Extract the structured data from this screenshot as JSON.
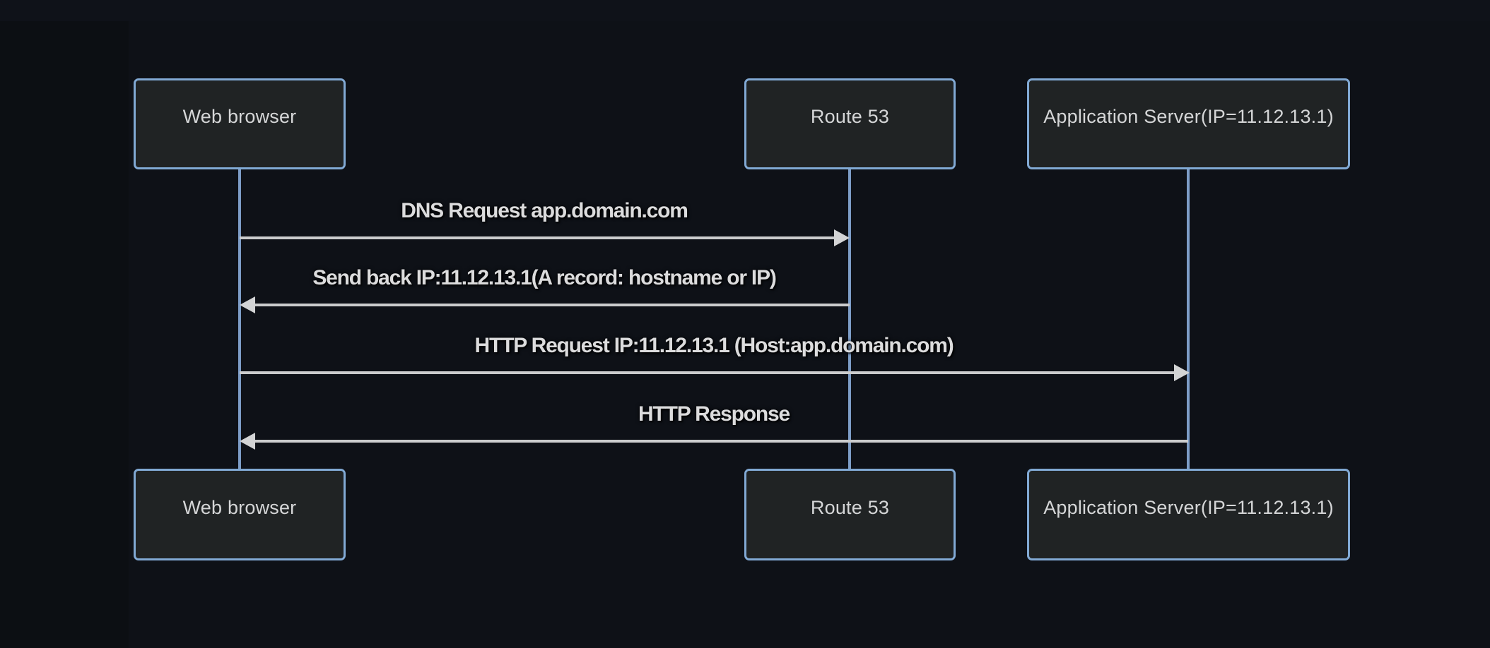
{
  "diagram": {
    "type": "sequence",
    "actors": [
      {
        "id": "web-browser",
        "label": "Web browser"
      },
      {
        "id": "route-53",
        "label": "Route 53"
      },
      {
        "id": "app-server",
        "label": "Application Server(IP=11.12.13.1)"
      }
    ],
    "messages": [
      {
        "from": "web-browser",
        "to": "route-53",
        "direction": "right",
        "label": "DNS Request app.domain.com"
      },
      {
        "from": "route-53",
        "to": "web-browser",
        "direction": "left",
        "label": "Send back IP:11.12.13.1(A record: hostname or IP)"
      },
      {
        "from": "web-browser",
        "to": "app-server",
        "direction": "right",
        "label": "HTTP Request IP:11.12.13.1 (Host:app.domain.com)"
      },
      {
        "from": "app-server",
        "to": "web-browser",
        "direction": "left",
        "label": "HTTP Response"
      }
    ],
    "colors": {
      "page_bg": "#0c0f13",
      "top_strip_bg": "#0f1219",
      "main_bg": "#0e1117",
      "actor_fill": "#202324",
      "actor_border": "#81a9d4",
      "actor_text": "#d5d6d7",
      "lifeline": "#7d9dc7",
      "signal_line": "#cbcccd",
      "arrowhead": "#d3d4d5",
      "message_text": "#dcdcdd"
    }
  }
}
